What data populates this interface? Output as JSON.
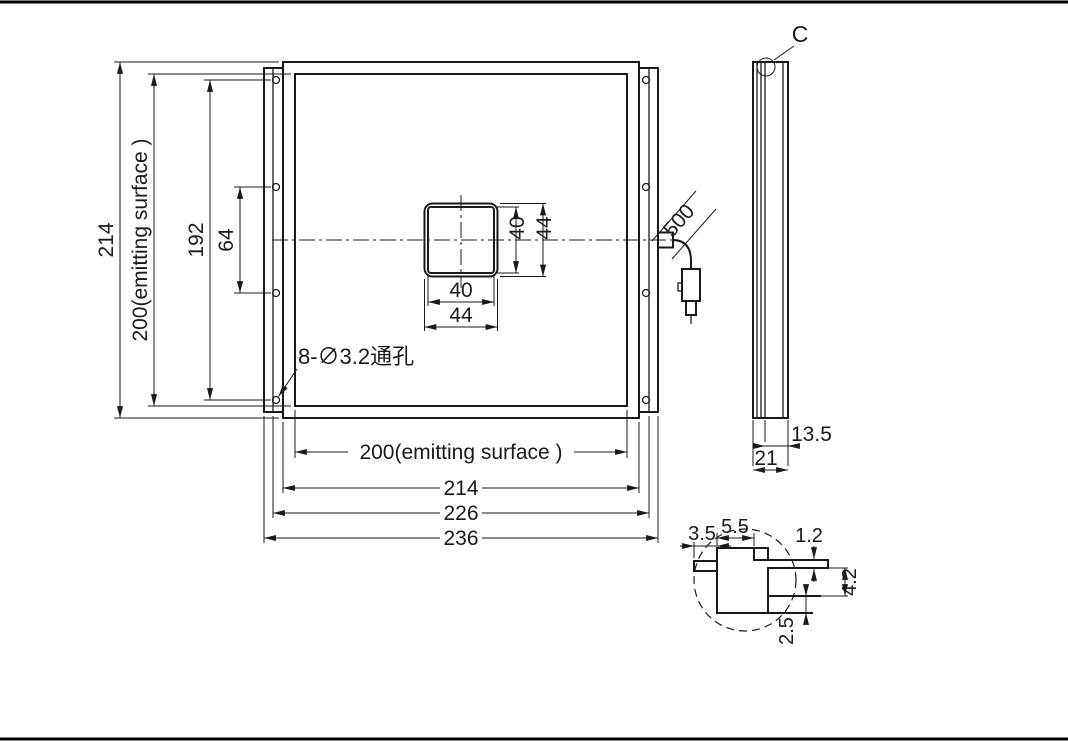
{
  "title": "Square panel light dimensional drawing",
  "colors": {
    "line": "#1a1a1a",
    "background": "#ffffff"
  },
  "front_view": {
    "dims": {
      "overall_height": "214",
      "emitting_height": "200(emitting surface )",
      "hole_span_outer": "192",
      "hole_span_inner": "64",
      "square_inner_h": "40",
      "square_outer_h": "44",
      "square_inner_w": "40",
      "square_outer_w": "44",
      "emitting_width": "200(emitting surface )",
      "body_width": "214",
      "bracket_width": "226",
      "overall_width": "236",
      "cable_length": "500"
    },
    "labels": {
      "mounting_holes": "8-∅3.2通孔"
    }
  },
  "side_view": {
    "labels": {
      "detail_marker": "C"
    },
    "dims": {
      "inner_depth": "13.5",
      "overall_depth": "21"
    }
  },
  "detail_c": {
    "dims": {
      "pin_length": "3.5",
      "tab_width": "5.5",
      "lip_thickness": "1.2",
      "groove_depth": "4.2",
      "base_thickness": "2.5"
    }
  }
}
